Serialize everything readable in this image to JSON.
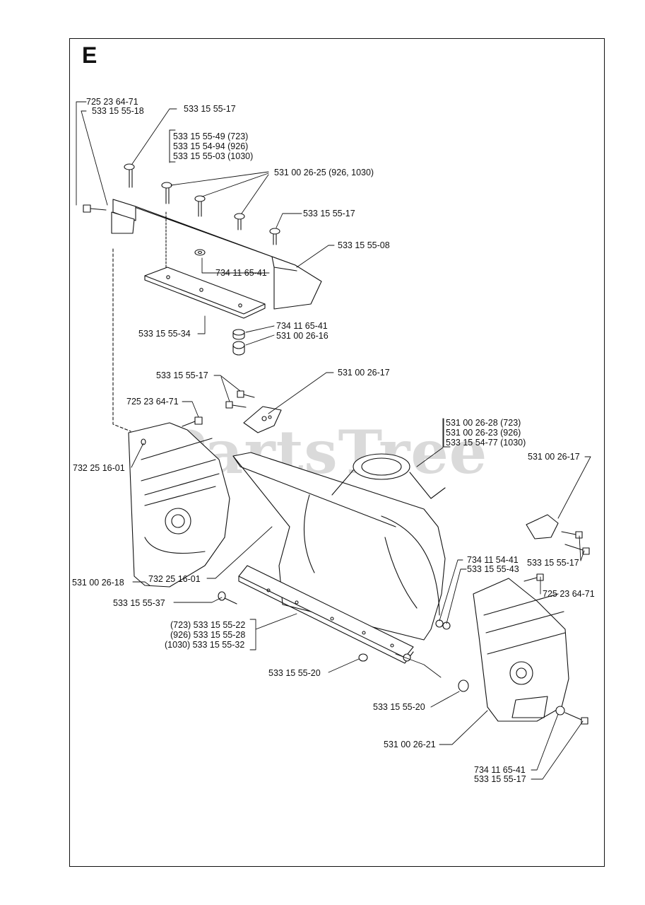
{
  "section_letter": "E",
  "watermark": "PartsTree",
  "callouts": [
    {
      "id": "c1",
      "text": "725 23 64-71"
    },
    {
      "id": "c2",
      "text": "533 15 55-18"
    },
    {
      "id": "c3",
      "text": "533 15 55-17"
    },
    {
      "id": "c4a",
      "text": "533 15 55-49 (723)"
    },
    {
      "id": "c4b",
      "text": "533 15 54-94 (926)"
    },
    {
      "id": "c4c",
      "text": "533 15 55-03 (1030)"
    },
    {
      "id": "c5",
      "text": "531 00 26-25 (926, 1030)"
    },
    {
      "id": "c6",
      "text": "533 15 55-17"
    },
    {
      "id": "c7",
      "text": "533 15 55-08"
    },
    {
      "id": "c8",
      "text": "734 11 65-41"
    },
    {
      "id": "c9",
      "text": "533 15 55-34"
    },
    {
      "id": "c10",
      "text": "734 11 65-41"
    },
    {
      "id": "c11",
      "text": "531 00 26-16"
    },
    {
      "id": "c12",
      "text": "533 15 55-17"
    },
    {
      "id": "c13",
      "text": "531 00 26-17"
    },
    {
      "id": "c14",
      "text": "725 23 64-71"
    },
    {
      "id": "c15a",
      "text": "531 00 26-28 (723)"
    },
    {
      "id": "c15b",
      "text": "531 00 26-23 (926)"
    },
    {
      "id": "c15c",
      "text": "533 15 54-77 (1030)"
    },
    {
      "id": "c16",
      "text": "732 25 16-01"
    },
    {
      "id": "c17",
      "text": "531 00 26-17"
    },
    {
      "id": "c18",
      "text": "734 11 54-41"
    },
    {
      "id": "c19",
      "text": "533 15 55-43"
    },
    {
      "id": "c20",
      "text": "533 15 55-17"
    },
    {
      "id": "c21",
      "text": "531 00 26-18"
    },
    {
      "id": "c22",
      "text": "732 25 16-01"
    },
    {
      "id": "c23",
      "text": "725 23 64-71"
    },
    {
      "id": "c24",
      "text": "533 15 55-37"
    },
    {
      "id": "c25a",
      "text": "(723) 533 15 55-22"
    },
    {
      "id": "c25b",
      "text": "(926) 533 15 55-28"
    },
    {
      "id": "c25c",
      "text": "(1030) 533 15 55-32"
    },
    {
      "id": "c26",
      "text": "533 15 55-20"
    },
    {
      "id": "c27",
      "text": "533 15 55-20"
    },
    {
      "id": "c28",
      "text": "531 00 26-21"
    },
    {
      "id": "c29",
      "text": "734 11 65-41"
    },
    {
      "id": "c30",
      "text": "533 15 55-17"
    }
  ]
}
